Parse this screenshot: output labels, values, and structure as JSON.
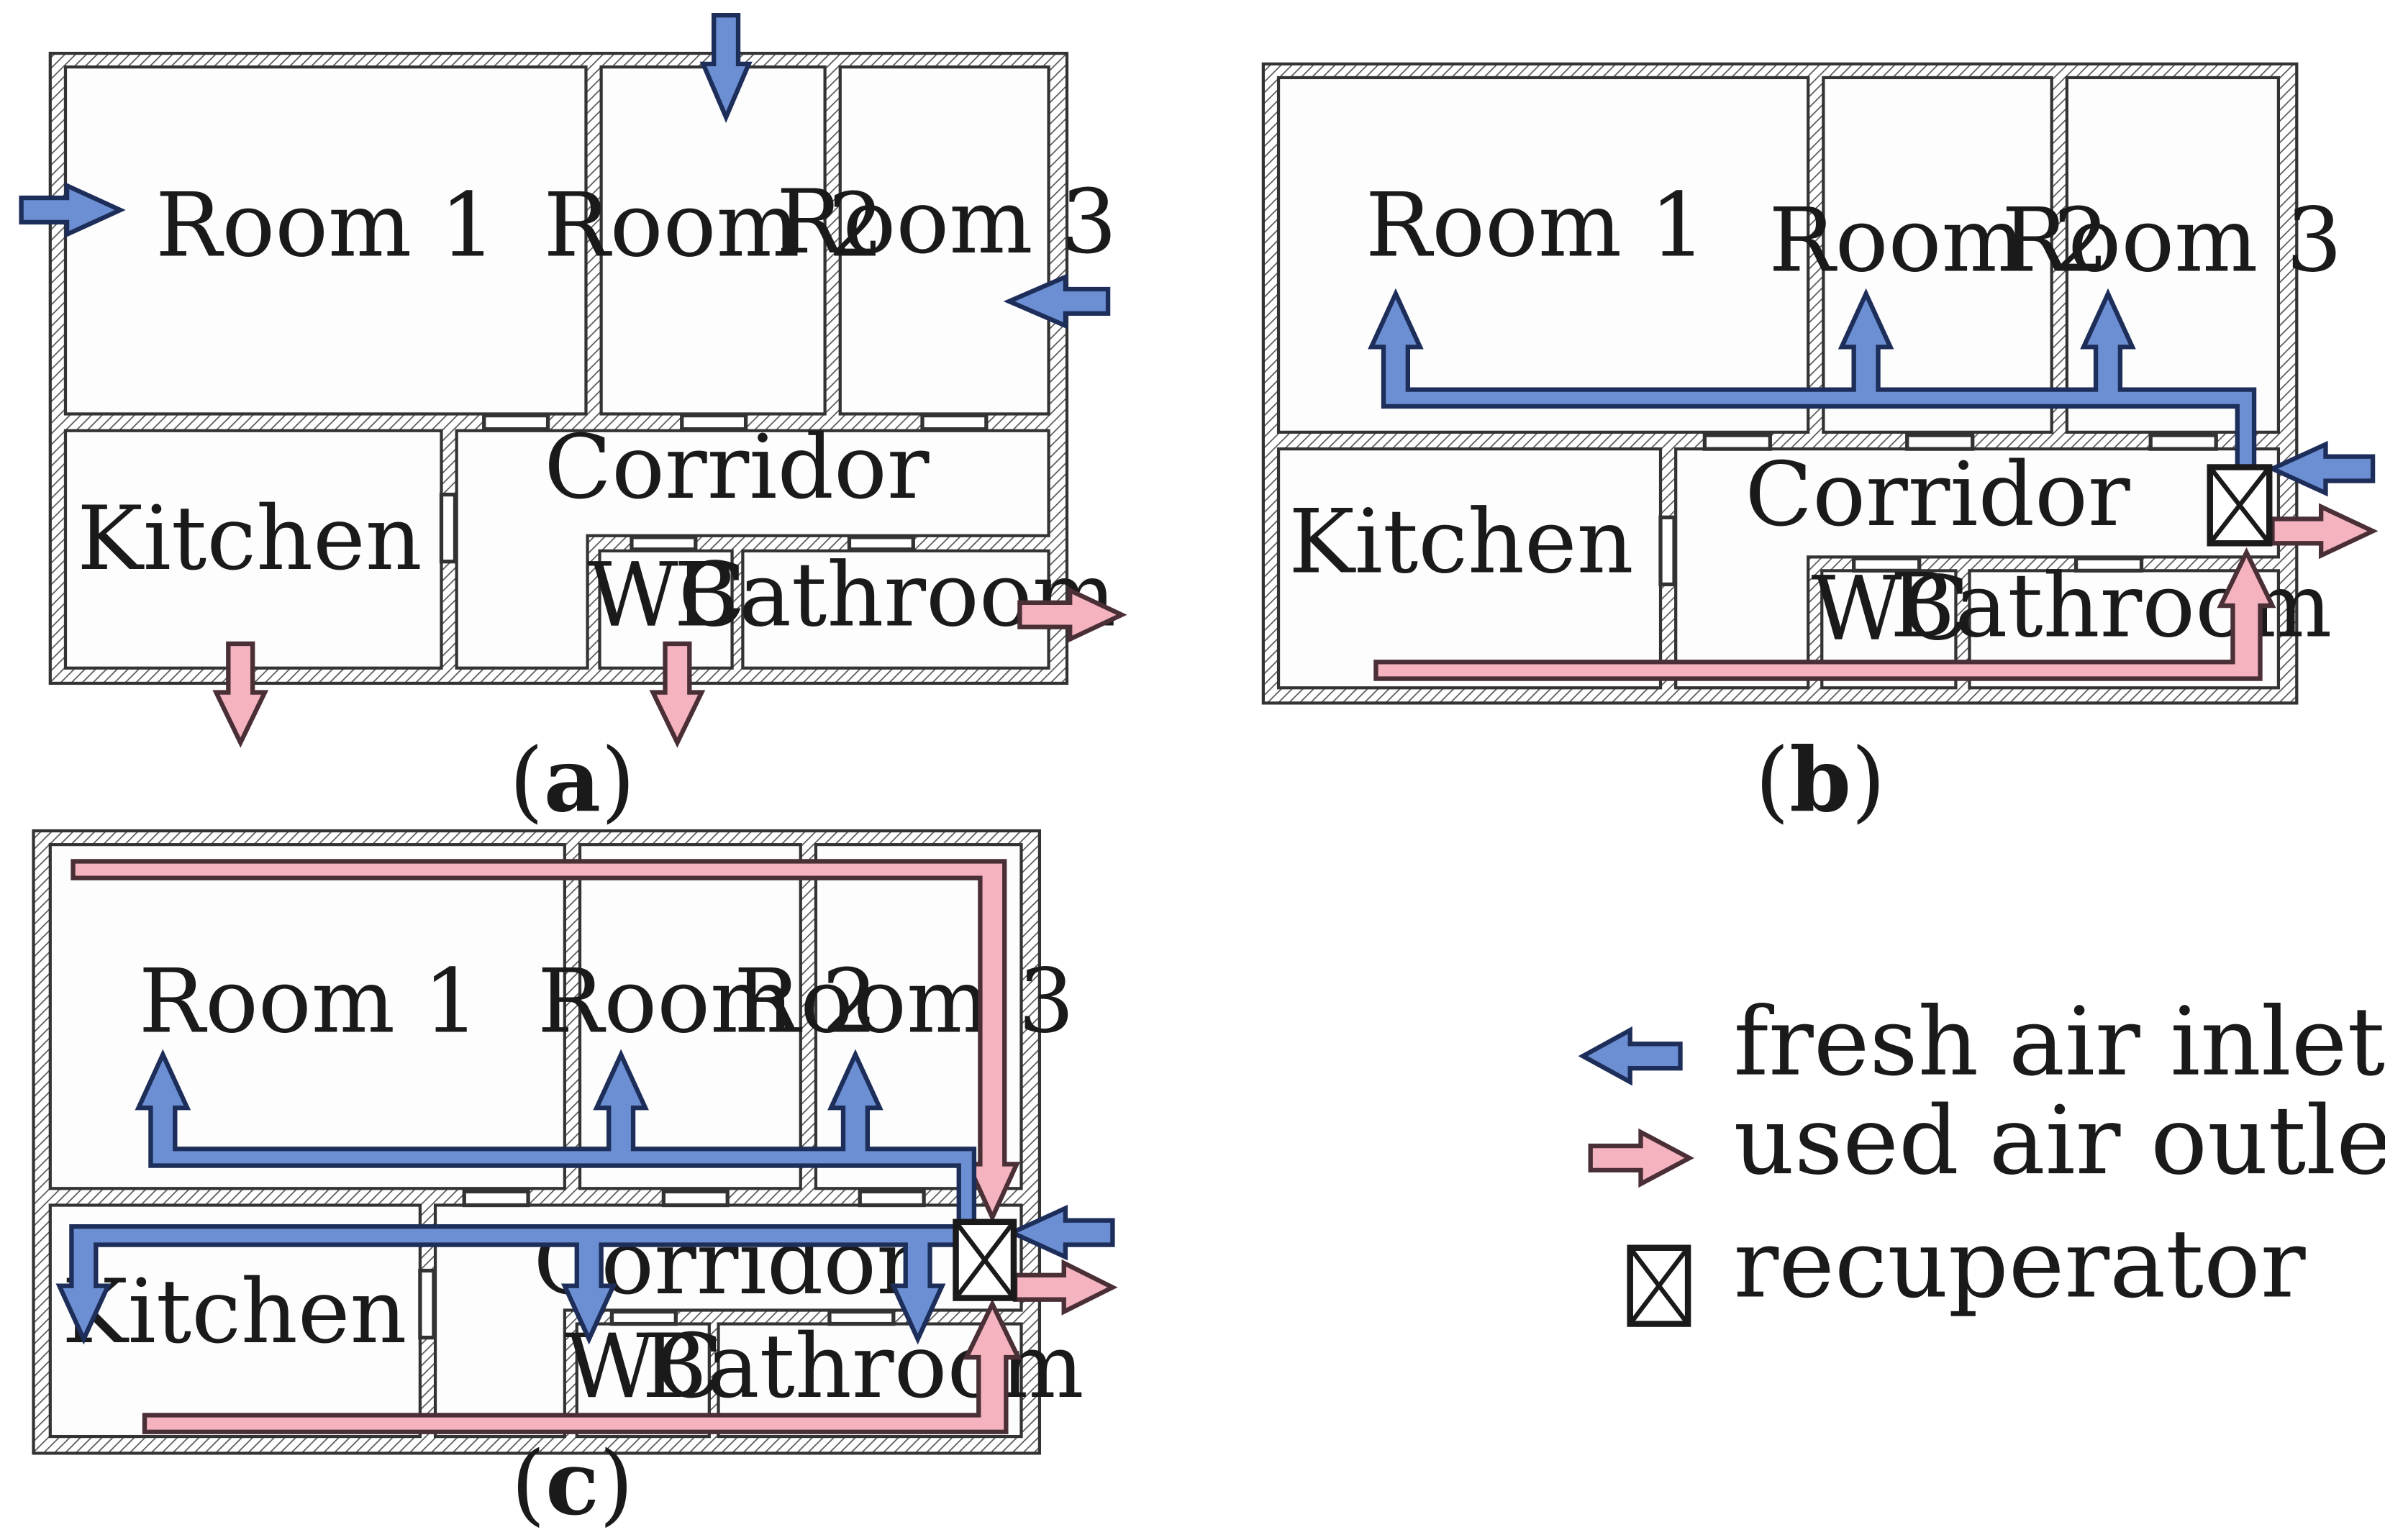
{
  "panels": {
    "a": {
      "label": "a",
      "rooms": {
        "room1": "Room 1",
        "room2": "Room 2",
        "room3": "Room 3",
        "corridor": "Corridor",
        "kitchen": "Kitchen",
        "wc": "WC",
        "bathroom": "Bathroom"
      }
    },
    "b": {
      "label": "b",
      "rooms": {
        "room1": "Room 1",
        "room2": "Room 2",
        "room3": "Room 3",
        "corridor": "Corridor",
        "kitchen": "Kitchen",
        "wc": "WC",
        "bathroom": "Bathroom"
      }
    },
    "c": {
      "label": "c",
      "rooms": {
        "room1": "Room 1",
        "room2": "Room 2",
        "room3": "Room 3",
        "corridor": "Corridor",
        "kitchen": "Kitchen",
        "wc": "WC",
        "bathroom": "Bathroom"
      }
    }
  },
  "legend": {
    "fresh": "fresh air inlet",
    "used": "used air outlet",
    "recuperator": "recuperator"
  },
  "colors": {
    "fresh_air": "#6b8fd2",
    "used_air": "#f5b3bf",
    "wall_hatch": "#555555"
  }
}
